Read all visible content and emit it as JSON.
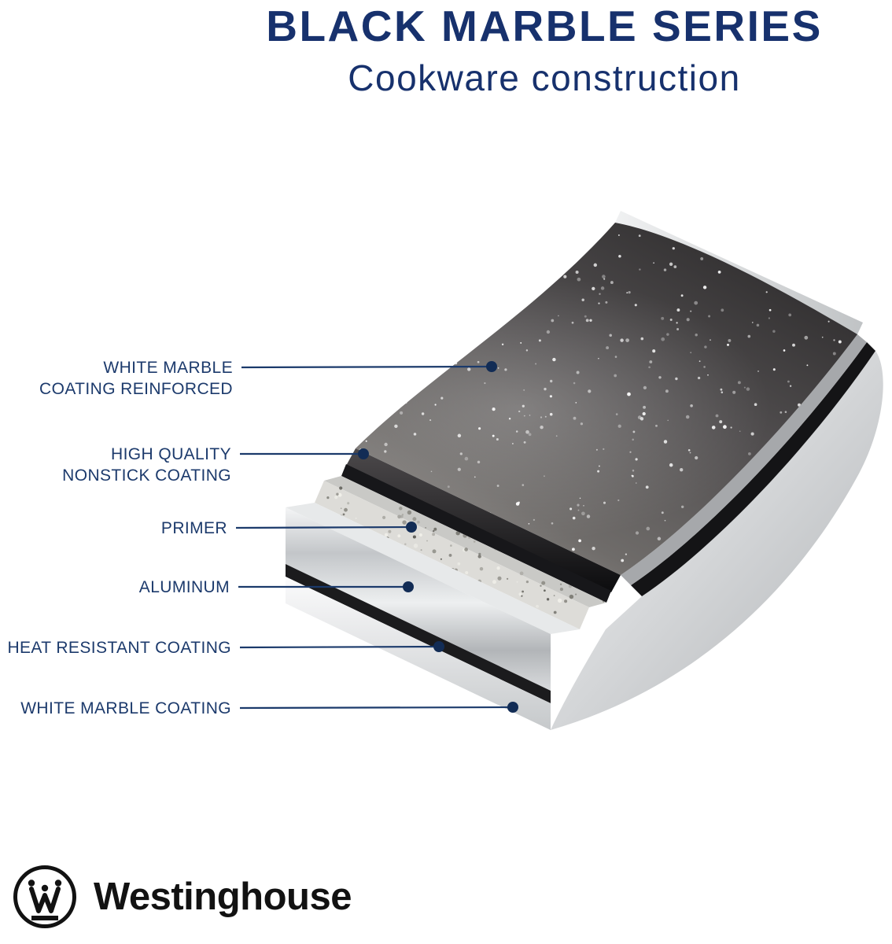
{
  "header": {
    "title": "BLACK MARBLE SERIES",
    "subtitle": "Cookware construction"
  },
  "labels": [
    {
      "id": "white-marble-reinforced",
      "text": "WHITE MARBLE\nCOATING REINFORCED"
    },
    {
      "id": "nonstick",
      "text": "HIGH QUALITY\nNONSTICK COATING"
    },
    {
      "id": "primer",
      "text": "PRIMER"
    },
    {
      "id": "aluminum",
      "text": "ALUMINUM"
    },
    {
      "id": "heat-resistant",
      "text": "HEAT RESISTANT COATING"
    },
    {
      "id": "white-marble",
      "text": "WHITE MARBLE COATING"
    }
  ],
  "brand": {
    "name": "Westinghouse",
    "logo_letter": "W"
  },
  "colors": {
    "accent_navy": "#17316d",
    "label_navy": "#1c3a6c",
    "leader_dot_navy": "#122c55",
    "logo_black": "#121212"
  }
}
